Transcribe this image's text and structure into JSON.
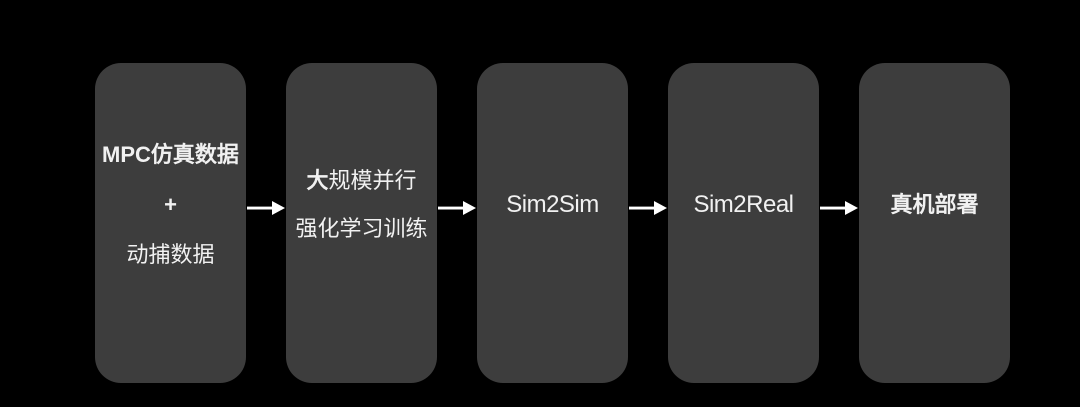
{
  "colors": {
    "background": "#000000",
    "box_fill": "#3d3d3d",
    "text": "#f1f1f1",
    "arrow": "#ffffff"
  },
  "flow": {
    "steps": [
      {
        "name": "training-data",
        "line1": "MPC仿真数据",
        "line2": "+",
        "line3": "动捕数据"
      },
      {
        "name": "rl-training",
        "line1_bold": "大",
        "line1_rest": "规模并行",
        "line2": "强化学习训练"
      },
      {
        "name": "sim2sim",
        "label": "Sim2Sim"
      },
      {
        "name": "sim2real",
        "label": "Sim2Real"
      },
      {
        "name": "real-robot-deploy",
        "label": "真机部署"
      }
    ],
    "arrow_glyph": "→",
    "arrow_count": 4
  }
}
